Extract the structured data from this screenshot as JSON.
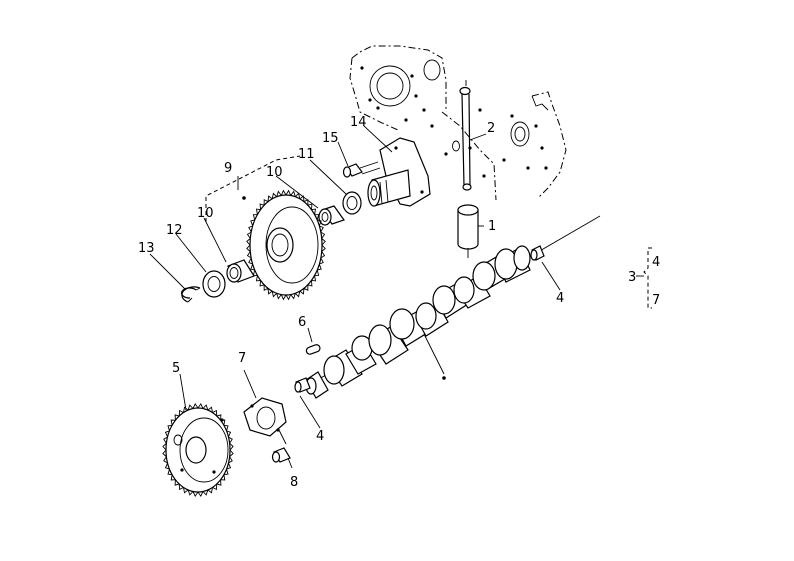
{
  "labels": {
    "p1": "1",
    "p2": "2",
    "p3": "3",
    "p4a": "4",
    "p4b": "4",
    "p4c": "4",
    "p5": "5",
    "p6": "6",
    "p7a": "7",
    "p7b": "7",
    "p8": "8",
    "p9": "9",
    "p10a": "10",
    "p10b": "10",
    "p11": "11",
    "p12": "12",
    "p13": "13",
    "p14": "14",
    "p15": "15"
  }
}
